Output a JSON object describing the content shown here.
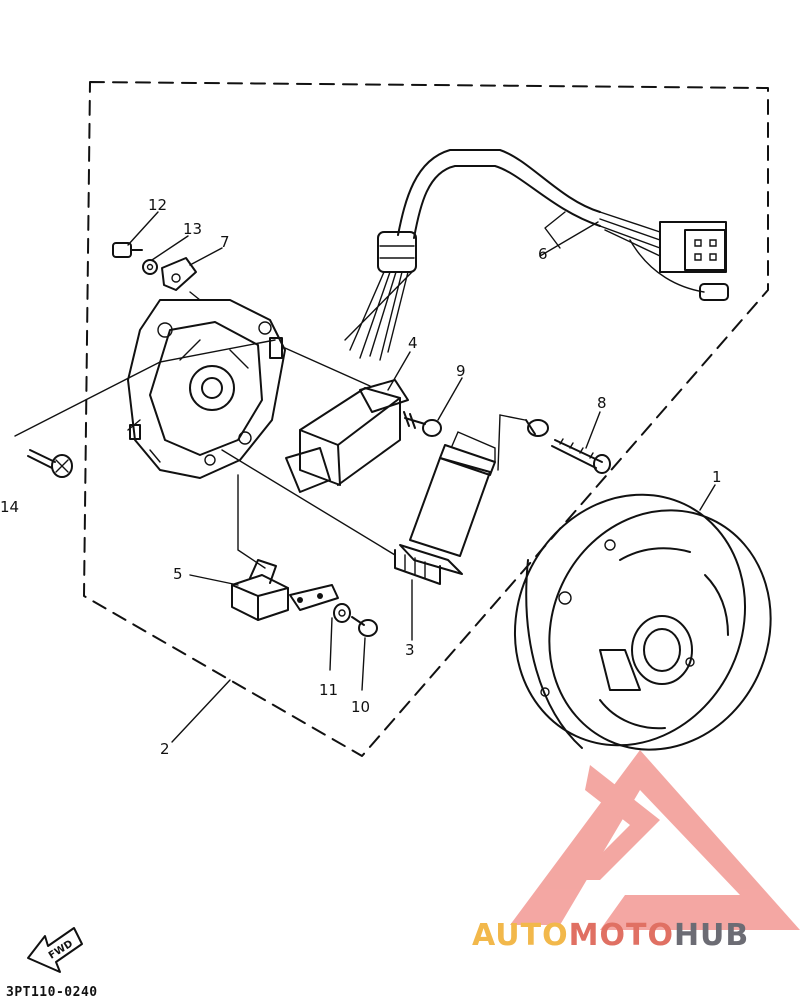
{
  "callouts": [
    {
      "id": "1",
      "label": "1"
    },
    {
      "id": "2",
      "label": "2"
    },
    {
      "id": "3",
      "label": "3"
    },
    {
      "id": "4",
      "label": "4"
    },
    {
      "id": "5",
      "label": "5"
    },
    {
      "id": "6",
      "label": "6"
    },
    {
      "id": "7",
      "label": "7"
    },
    {
      "id": "8",
      "label": "8"
    },
    {
      "id": "9",
      "label": "9"
    },
    {
      "id": "10",
      "label": "10"
    },
    {
      "id": "11",
      "label": "11"
    },
    {
      "id": "12",
      "label": "12"
    },
    {
      "id": "13",
      "label": "13"
    },
    {
      "id": "14",
      "label": "14"
    }
  ],
  "fwd_label": "FWD",
  "reference_code": "3PT110-0240",
  "watermark": {
    "part1": "AUTO",
    "part2": "MOTO",
    "part3": "HUB",
    "colors": {
      "part1": "#f2b84b",
      "part2": "#e07063",
      "part3": "#6c6c74",
      "logo": "#f08a84"
    }
  }
}
